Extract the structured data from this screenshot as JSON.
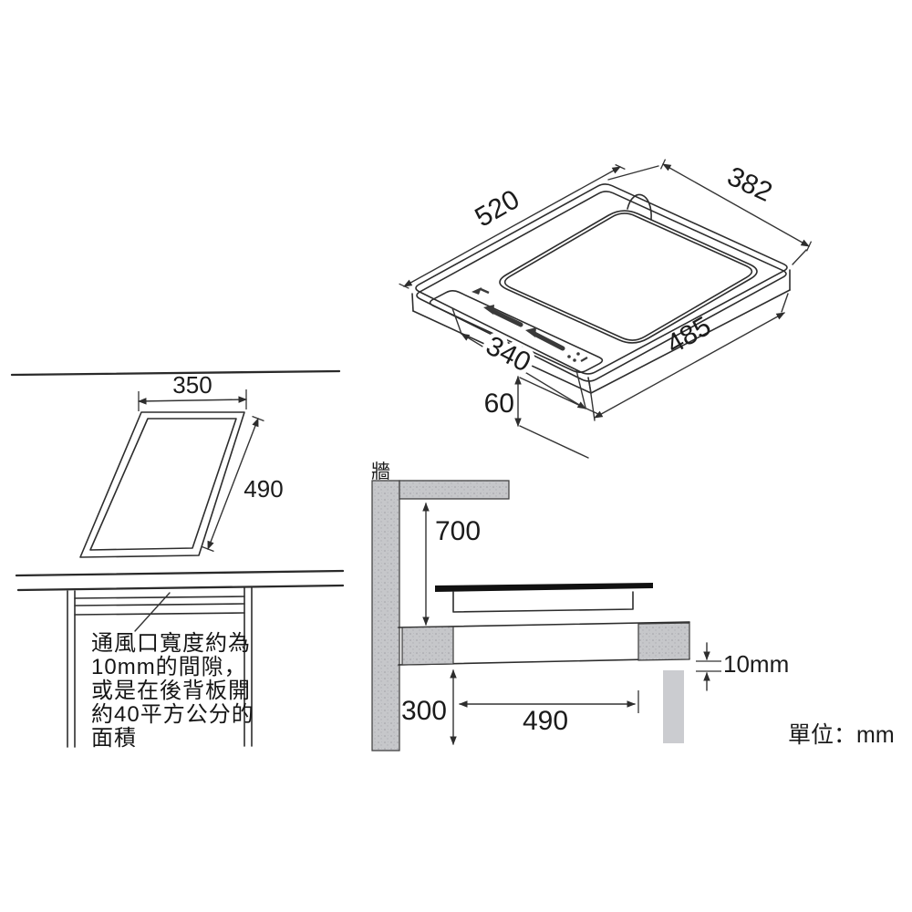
{
  "unit_label": "單位：mm",
  "iso_view": {
    "dim_width_top": "520",
    "dim_depth_top": "382",
    "dim_width_bottom": "485",
    "dim_control_width": "340",
    "dim_body_height": "60"
  },
  "cutout_view": {
    "dim_width": "350",
    "dim_depth": "490"
  },
  "side_view": {
    "wall_label": "牆",
    "dim_wall_to_shelf": "700",
    "dim_below_counter": "300",
    "dim_cutout_depth": "490",
    "dim_vent_gap": "10mm"
  },
  "vent_note": {
    "lines": [
      "通風口寬度約為",
      "10mm的間隙，",
      "或是在後背板開",
      "約40平方公分的",
      "面積"
    ]
  }
}
